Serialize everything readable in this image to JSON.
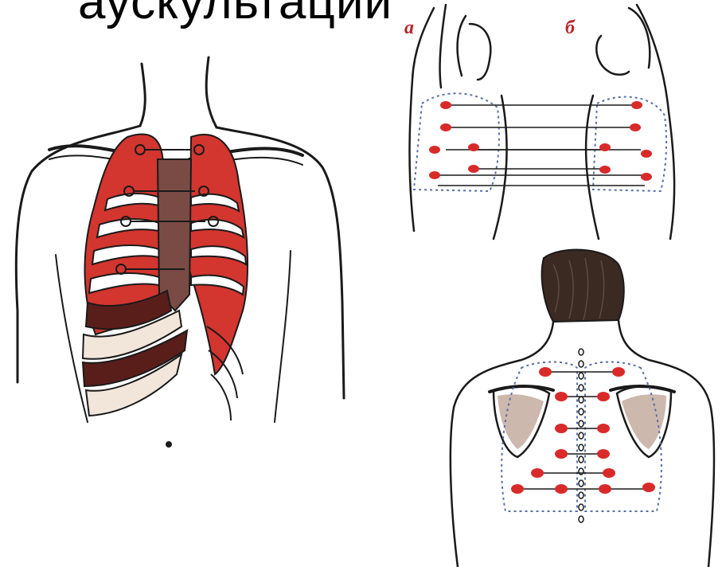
{
  "title": "аускультации",
  "side_view": {
    "label_a": "а",
    "label_b": "б"
  },
  "colors": {
    "point": "#d92a2a",
    "lung_fill": "#d3352f",
    "line": "#1a1a1a",
    "dotted": "#5a6fa8"
  }
}
